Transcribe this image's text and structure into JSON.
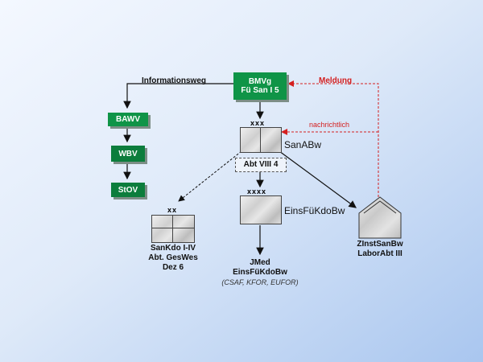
{
  "nodes": {
    "bmvg": {
      "line1": "BMVg",
      "line2": "Fü San I 5"
    },
    "bawv": "BAWV",
    "wbv": "WBV",
    "stov": "StOV",
    "sanabw": {
      "symbol": "xxx",
      "label": "SanABw",
      "sub": "Abt VIII 4"
    },
    "einsfueko": {
      "symbol": "xxxx",
      "label": "EinsFüKdoBw"
    },
    "sankdo": {
      "symbol": "xx",
      "line1": "SanKdo I-IV",
      "line2": "Abt. GesWes",
      "line3": "Dez 6"
    },
    "zinst": {
      "line1": "ZInstSanBw",
      "line2": "LaborAbt III"
    },
    "jmed": {
      "line1": "JMed",
      "line2": "EinsFüKdoBw",
      "line3": "(CSAF, KFOR, EUFOR)"
    }
  },
  "edges": {
    "informationsweg": "Informationsweg",
    "meldung": "Meldung",
    "nachrichtlich": "nachrichtlich"
  },
  "colors": {
    "green": "#0f9447",
    "red": "#d42020"
  }
}
